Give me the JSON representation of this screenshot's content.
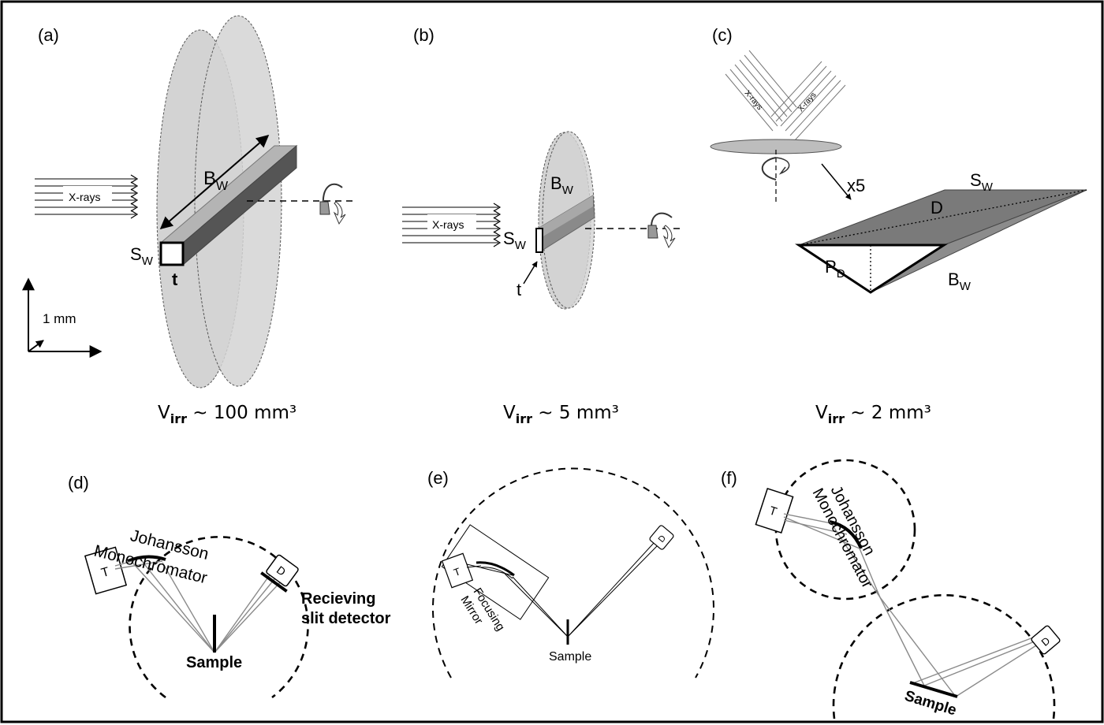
{
  "panels": {
    "a": {
      "letter": "(a)",
      "xray_label": "X-rays",
      "bw_base": "B",
      "bw_sub": "W",
      "sw_base": "S",
      "sw_sub": "W",
      "t_label": "t",
      "scale_label": "1 mm",
      "volume": {
        "prefix": "V",
        "sub": "irr",
        "suffix": " ~ 100 mm³"
      }
    },
    "b": {
      "letter": "(b)",
      "xray_label": "X-rays",
      "bw_base": "B",
      "bw_sub": "W",
      "sw_base": "S",
      "sw_sub": "W",
      "t_label": "t",
      "volume": {
        "prefix": "V",
        "sub": "irr",
        "suffix": " ~ 5 mm³"
      }
    },
    "c": {
      "letter": "(c)",
      "xray_in_label": "X-rays",
      "xray_out_label": "X-rays",
      "magnification": "x5",
      "sw_base": "S",
      "sw_sub": "W",
      "d_label": "D",
      "pd_base": "P",
      "pd_sub": "D",
      "bw_base": "B",
      "bw_sub": "W",
      "volume": {
        "prefix": "V",
        "sub": "irr",
        "suffix": " ~ 2 mm³"
      }
    },
    "d": {
      "letter": "(d)",
      "mono_line1": "Johansson",
      "mono_line2": "Monochromator",
      "tube": "T",
      "detector": "D",
      "detector_line1": "Recieving",
      "detector_line2": "slit detector",
      "sample": "Sample"
    },
    "e": {
      "letter": "(e)",
      "tube": "T",
      "detector": "D",
      "mirror_line1": "Focusing",
      "mirror_line2": "Mirror",
      "sample": "Sample"
    },
    "f": {
      "letter": "(f)",
      "tube": "T",
      "mono_line1": "Johansson",
      "mono_line2": "Monochromator",
      "detector": "D",
      "sample": "Sample"
    }
  },
  "colors": {
    "disk_fill": "#d3d3d3",
    "beam_light": "#b4b4b4",
    "beam_dark": "#555555",
    "prism_top": "#7a7a7a",
    "prism_side": "#8c8c8c",
    "ray_gray": "#8a8a8a"
  }
}
